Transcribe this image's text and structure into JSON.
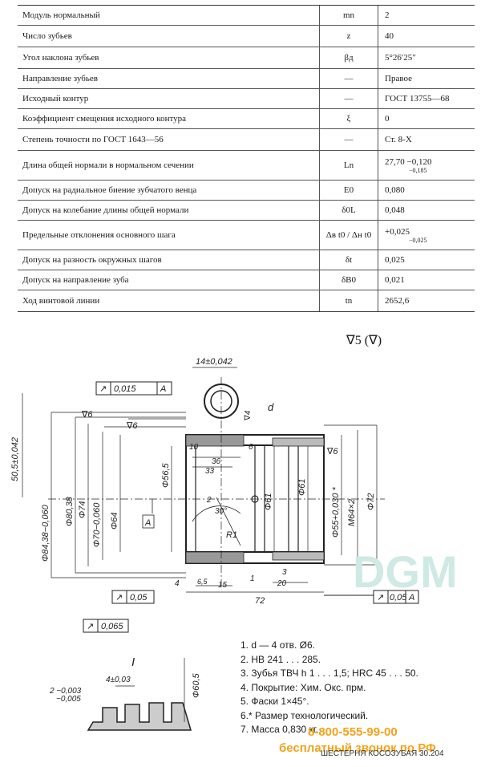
{
  "table": {
    "rows": [
      {
        "param": "Модуль нормальный",
        "sym": "mn",
        "val": "2",
        "val2": ""
      },
      {
        "param": "Число зубьев",
        "sym": "z",
        "val": "40",
        "val2": ""
      },
      {
        "param": "Угол наклона зубьев",
        "sym": "βд",
        "val": "5°26′25″",
        "val2": ""
      },
      {
        "param": "Направление зубьев",
        "sym": "—",
        "val": "Правое",
        "val2": ""
      },
      {
        "param": "Исходный контур",
        "sym": "—",
        "val": "ГОСТ 13755—68",
        "val2": ""
      },
      {
        "param": "Коэффициент смещения исходного контура",
        "sym": "ξ",
        "val": "0",
        "val2": ""
      },
      {
        "param": "Степень точности по ГОСТ 1643—56",
        "sym": "—",
        "val": "Ст. 8-Х",
        "val2": ""
      },
      {
        "param": "Длина общей нормали в нормальном сечении",
        "sym": "Ln",
        "val": "27,70 −0,120",
        "val2": "−0,185"
      },
      {
        "param": "Допуск на радиальное биение зубчатого венца",
        "sym": "E0",
        "val": "0,080",
        "val2": ""
      },
      {
        "param": "Допуск на колебание длины общей нормали",
        "sym": "δ0L",
        "val": "0,048",
        "val2": ""
      },
      {
        "param": "Предельные отклонения основного шага",
        "sym": "Δв t0 / Δн t0",
        "val": "+0,025",
        "val2": "−0,025"
      },
      {
        "param": "Допуск на разность окружных шагов",
        "sym": "δt",
        "val": "0,025",
        "val2": ""
      },
      {
        "param": "Допуск на направление зуба",
        "sym": "δB0",
        "val": "0,021",
        "val2": ""
      },
      {
        "param": "Ход винтовой линии",
        "sym": "tn",
        "val": "2652,6",
        "val2": ""
      }
    ]
  },
  "drawing": {
    "roughness": "∇5  (∇)",
    "dims": {
      "d14": "14±0,042",
      "d50": "50,5±0,042",
      "d84": "Φ84,38−0,060",
      "d80": "Φ80,38",
      "d74": "Φ74",
      "d70": "Φ70−0,060",
      "d64": "Φ64",
      "d56": "Φ56,5",
      "d61a": "Φ61",
      "d61b": "Φ61",
      "d55": "Φ55+0,030 *",
      "m64": "M64×2",
      "d72": "Φ72",
      "l72": "72",
      "l36": "36",
      "l33": "33",
      "l10": "10",
      "l6": "6",
      "l4": "4",
      "l65": "6,5",
      "l15": "15",
      "l20": "20",
      "l3": "3",
      "l1": "1",
      "r1": "R1",
      "a2": "2",
      "ang": "30°",
      "rough6a": "∇6",
      "rough6b": "∇6",
      "rough6c": "∇6",
      "rough4": "∇4",
      "d": "d",
      "baseA": "A"
    },
    "tol_frames": {
      "t1": {
        "sym": "↗",
        "val": "0,015",
        "base": "A"
      },
      "t2": {
        "sym": "↗",
        "val": "0,05",
        "base": ""
      },
      "t3": {
        "sym": "↗",
        "val": "0,065",
        "base": ""
      },
      "t4": {
        "sym": "↗",
        "val": "0,05",
        "base": "A"
      }
    },
    "detail": {
      "label": "I",
      "tol": "2 −0,003",
      "tol2": "−0,005",
      "dim4": "4±0,03",
      "d605": "Φ60,5"
    }
  },
  "notes": [
    "1.  d — 4 отв. Ø6.",
    "2.  HB 241 . . . 285.",
    "3.  Зубья ТВЧ h 1 . . . 1,5;  HRC 45 . . . 50.",
    "4.  Покрытие: Хим. Окс. прм.",
    "5.  Фаски 1×45°.",
    "6.*  Размер технологический.",
    "7.  Масса 0,830 кг."
  ],
  "watermark": {
    "logo": "DGM",
    "phone": "8-800-555-99-00",
    "site": "бесплатный звонок по РФ"
  },
  "footer": "ШЕСТЕРНЯ КОСОЗУБАЯ 30.204"
}
